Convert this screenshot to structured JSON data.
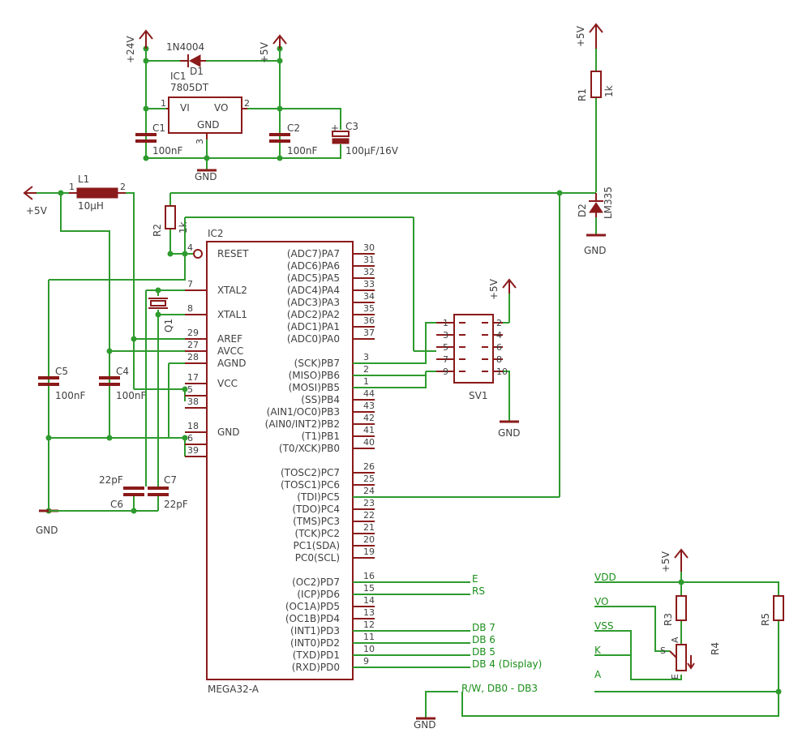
{
  "supply": {
    "v24": "+24V",
    "v5a": "+5V",
    "v5b": "+5V",
    "v5c": "+5V",
    "v5d": "+5V",
    "v5e": "+5V",
    "gnd1": "GND",
    "gnd2": "GND",
    "gnd3": "GND",
    "gnd4": "GND",
    "gnd5": "GND"
  },
  "regulator": {
    "diode_value": "1N4004",
    "diode_name": "D1",
    "ic_name": "IC1",
    "ic_value": "7805DT",
    "vi": "VI",
    "vo": "VO",
    "gnd": "GND",
    "pin1": "1",
    "pin2": "2",
    "pin3": "3",
    "c1": "C1",
    "c1v": "100nF",
    "c2": "C2",
    "c2v": "100nF",
    "c3": "C3",
    "c3v": "100µF/16V",
    "c3plus": "+"
  },
  "inductor": {
    "name": "L1",
    "value": "10µH",
    "p1": "1",
    "p2": "2"
  },
  "passives": {
    "r1": "R1",
    "r1v": "1k",
    "d2": "D2",
    "d2v": "LM335",
    "r2": "R2",
    "r2v": "1k",
    "c4": "C4",
    "c4v": "100nF",
    "c5": "C5",
    "c5v": "100nF",
    "c6": "C6",
    "c6v": "22pF",
    "c7": "C7",
    "c7v": "22pF",
    "q1": "Q1"
  },
  "mcu": {
    "name": "IC2",
    "value": "MEGA32-A",
    "left_pins": [
      {
        "label": "RESET",
        "num": "4"
      },
      {
        "label": "XTAL2",
        "num": "7"
      },
      {
        "label": "XTAL1",
        "num": "8"
      },
      {
        "label": "AREF",
        "num": "29"
      },
      {
        "label": "AVCC",
        "num": "27"
      },
      {
        "label": "AGND",
        "num": "28"
      },
      {
        "label": "VCC",
        "num": "17"
      },
      {
        "label": "",
        "num": "5"
      },
      {
        "label": "",
        "num": "38"
      },
      {
        "label": "GND",
        "num": "18"
      },
      {
        "label": "",
        "num": "6"
      },
      {
        "label": "",
        "num": "39"
      }
    ],
    "right_pins": [
      {
        "label": "(ADC7)PA7",
        "num": "30"
      },
      {
        "label": "(ADC6)PA6",
        "num": "31"
      },
      {
        "label": "(ADC5)PA5",
        "num": "32"
      },
      {
        "label": "(ADC4)PA4",
        "num": "33"
      },
      {
        "label": "(ADC3)PA3",
        "num": "34"
      },
      {
        "label": "(ADC2)PA2",
        "num": "35"
      },
      {
        "label": "(ADC1)PA1",
        "num": "36"
      },
      {
        "label": "(ADC0)PA0",
        "num": "37"
      },
      {
        "label": "(SCK)PB7",
        "num": "3"
      },
      {
        "label": "(MISO)PB6",
        "num": "2"
      },
      {
        "label": "(MOSI)PB5",
        "num": "1"
      },
      {
        "label": "(SS)PB4",
        "num": "44"
      },
      {
        "label": "(AIN1/OC0)PB3",
        "num": "43"
      },
      {
        "label": "(AIN0/INT2)PB2",
        "num": "42"
      },
      {
        "label": "(T1)PB1",
        "num": "41"
      },
      {
        "label": "(T0/XCK)PB0",
        "num": "40"
      },
      {
        "label": "(TOSC2)PC7",
        "num": "26"
      },
      {
        "label": "(TOSC1)PC6",
        "num": "25"
      },
      {
        "label": "(TDI)PC5",
        "num": "24"
      },
      {
        "label": "(TDO)PC4",
        "num": "23"
      },
      {
        "label": "(TMS)PC3",
        "num": "22"
      },
      {
        "label": "(TCK)PC2",
        "num": "21"
      },
      {
        "label": "PC1(SDA)",
        "num": "20"
      },
      {
        "label": "PC0(SCL)",
        "num": "19"
      },
      {
        "label": "(OC2)PD7",
        "num": "16"
      },
      {
        "label": "(ICP)PD6",
        "num": "15"
      },
      {
        "label": "(OC1A)PD5",
        "num": "14"
      },
      {
        "label": "(OC1B)PD4",
        "num": "13"
      },
      {
        "label": "(INT1)PD3",
        "num": "12"
      },
      {
        "label": "(INT0)PD2",
        "num": "11"
      },
      {
        "label": "(TXD)PD1",
        "num": "10"
      },
      {
        "label": "(RXD)PD0",
        "num": "9"
      }
    ]
  },
  "isp": {
    "name": "SV1",
    "odd": [
      "1",
      "3",
      "5",
      "7",
      "9"
    ],
    "even": [
      "2",
      "4",
      "6",
      "8",
      "10"
    ]
  },
  "display": {
    "e": "E",
    "rs": "RS",
    "db7": "DB 7",
    "db6": "DB 6",
    "db5": "DB 5",
    "db4": "DB 4 (Display)",
    "rw": "R/W,  DB0 - DB3",
    "vdd": "VDD",
    "vo": "VO",
    "vss": "VSS",
    "k": "K",
    "a": "A",
    "r3": "R3",
    "r4": "R4",
    "r5": "R5",
    "pa": "A",
    "ps": "S",
    "pe": "E"
  }
}
